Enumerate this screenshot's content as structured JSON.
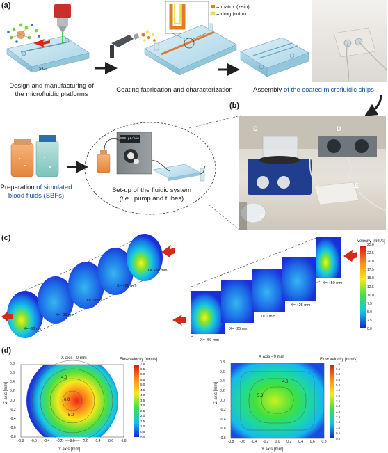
{
  "panel_labels": {
    "a": "(a)",
    "b": "(b)",
    "c": "(c)",
    "d": "(d)"
  },
  "panel_a": {
    "legend_matrix": "= matrix (zein)",
    "legend_drug": "= drug (rutin)",
    "sio2_label": "SiO₂",
    "captions": {
      "design_line1": "Design and manufacturing of",
      "design_line2": "the microfluidic platforms",
      "coating": "Coating fabrication and characterization",
      "assembly_part1": "Assembly ",
      "assembly_part2": "of the coated microfluidic chips",
      "sbf_part1": "Preparation ",
      "sbf_part2": "of simulated",
      "sbf_line2": "blood fluids (SBFs)",
      "setup_line1": "Set-up of the fluidic system",
      "setup_line2_italic": "(i.e.,",
      "setup_line2_rest": " pump and tubes)"
    },
    "pump_display": "500 µL/min",
    "colors": {
      "matrix": "#e07a2c",
      "drug": "#f2e24a",
      "accent_arrow": "#222222"
    }
  },
  "panel_b": {
    "photo_labels": {
      "c": "C",
      "d": "D",
      "e": "E",
      "f": "F"
    }
  },
  "panel_c": {
    "positions": [
      "X= -50 mm",
      "X= -25 mm",
      "X= 0 mm",
      "X= +25 mm",
      "X= +50 mm"
    ],
    "colorbar_title": "velocity [mm/s]",
    "colorbar_ticks": [
      "25.0",
      "22.5",
      "20.0",
      "17.5",
      "15.0",
      "12.5",
      "10.0",
      "7.5",
      "5.0",
      "2.5",
      "0.0"
    ],
    "colors": {
      "flow_arrow": "#d42a1a"
    }
  },
  "panel_d": {
    "plots": [
      {
        "title": "X axis - 0 mm",
        "xlabel": "Y axis [mm]",
        "ylabel": "Z axis [mm]",
        "shape": "circle",
        "contour_labels": [
          "4.0",
          "6.0",
          "5.0"
        ]
      },
      {
        "title": "X axis - 0 mm",
        "xlabel": "Y axis [mm]",
        "ylabel": "Z axis [mm]",
        "shape": "square",
        "contour_labels": [
          "4.0",
          "5.0"
        ]
      }
    ],
    "xticks": [
      "-0.8",
      "-0.6",
      "-0.4",
      "-0.2",
      "0.0",
      "0.2",
      "0.4",
      "0.6",
      "0.8"
    ],
    "yticks": [
      "0.8",
      "0.6",
      "0.4",
      "0.2",
      "0.0",
      "-0.2",
      "-0.4",
      "-0.6",
      "-0.8"
    ],
    "colorbar_title": "Flow velocity [mm/s]",
    "colorbar_ticks": [
      "7.0",
      "6.5",
      "6.0",
      "5.5",
      "5.0",
      "4.5",
      "4.0",
      "3.5",
      "3.0",
      "2.5",
      "2.0",
      "1.5",
      "1.0",
      "0.5",
      "0.0"
    ]
  }
}
